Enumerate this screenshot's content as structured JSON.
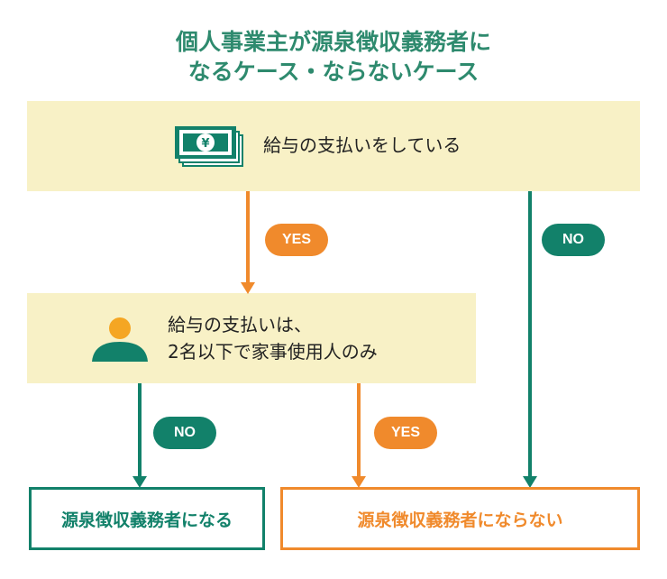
{
  "title": {
    "line1": "個人事業主が源泉徴収義務者に",
    "line2": "なるケース・ならないケース"
  },
  "question1": {
    "text": "給与の支払いをしている",
    "icon": "money-icon",
    "currency_symbol": "¥"
  },
  "question2": {
    "line1": "給与の支払いは、",
    "line2": "2名以下で家事使用人のみ",
    "icon": "person-icon"
  },
  "labels": {
    "yes1": "YES",
    "no1": "NO",
    "no2": "NO",
    "yes2": "YES"
  },
  "results": {
    "becomes": "源泉徴収義務者になる",
    "not_becomes": "源泉徴収義務者にならない"
  },
  "colors": {
    "green": "#12816a",
    "orange": "#f08a2c",
    "title_green": "#2e8a6e",
    "box_fill": "#f8f1c6"
  }
}
